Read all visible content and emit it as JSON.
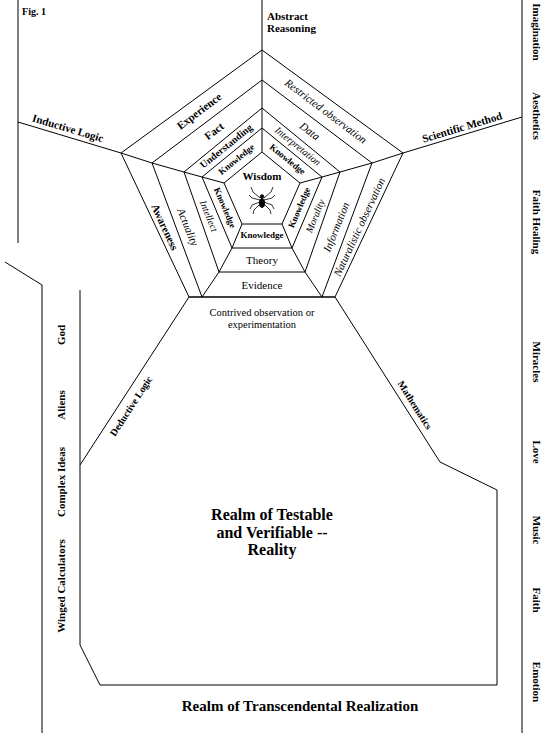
{
  "diagram": {
    "nodes": [
      {
        "text": [
          "Experience",
          "Restricted observation",
          "Naturalistic observation",
          "Awareness"
        ]
      },
      {
        "text": [
          "Fact",
          "Data",
          "Information",
          "Evidence",
          "Actuality"
        ],
        "in": 0
      },
      {
        "text": [
          "Understanding",
          "Interpretation",
          "Morality",
          "Theory",
          "Intellect"
        ],
        "in": 1
      },
      {
        "text": [
          "Knowledge",
          "Knowledge",
          "Knowledge",
          "Knowledge",
          "Knowledge"
        ],
        "in": 2
      },
      {
        "text": [
          "Wisdom"
        ],
        "in": 3
      }
    ],
    "labels": [
      "Fig. 1",
      "Abstract Reasoning",
      "Inductive Logic",
      "Scientific Method",
      "Contrived observation or experimentation",
      "Deductive Logic",
      "Mathematics",
      "Realm of Testable and Verifiable --Reality",
      "Realm of Transcendental Realization",
      "God",
      "Aliens",
      "Complex Ideas",
      "Winged Calculators",
      "Imagination",
      "Aesthetics",
      "Faith Healing",
      "Miracles",
      "Love",
      "Music",
      "Faith",
      "Emotion"
    ]
  }
}
